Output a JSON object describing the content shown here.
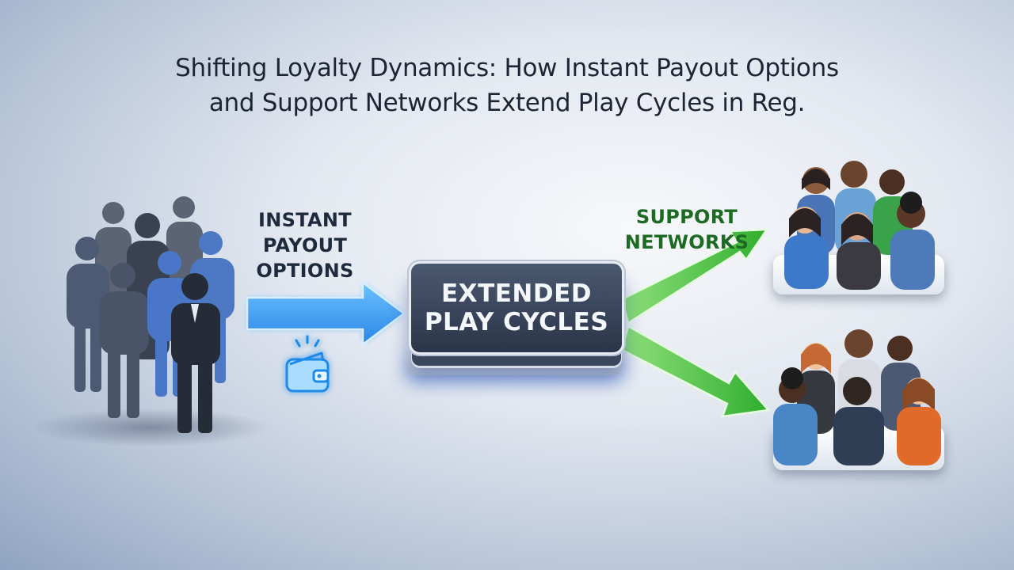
{
  "title": {
    "line1": "Shifting Loyalty Dynamics: How Instant Payout Options",
    "line2": "and Support Networks Extend Play Cycles in Reg."
  },
  "left_arrow": {
    "label_lines": [
      "INSTANT",
      "PAYOUT",
      "OPTIONS"
    ],
    "color": "#3a9ff0",
    "icon": "wallet-icon"
  },
  "hub": {
    "label_lines": [
      "EXTENDED",
      "PLAY CYCLES"
    ],
    "color": "#334057"
  },
  "right_arrows": {
    "label_lines": [
      "SUPPORT",
      "NETWORKS"
    ],
    "color": "#3cc03c"
  },
  "groups": {
    "left_crowd": "person-group-icon",
    "support_team": "support-team-icon",
    "community": "community-group-icon"
  }
}
